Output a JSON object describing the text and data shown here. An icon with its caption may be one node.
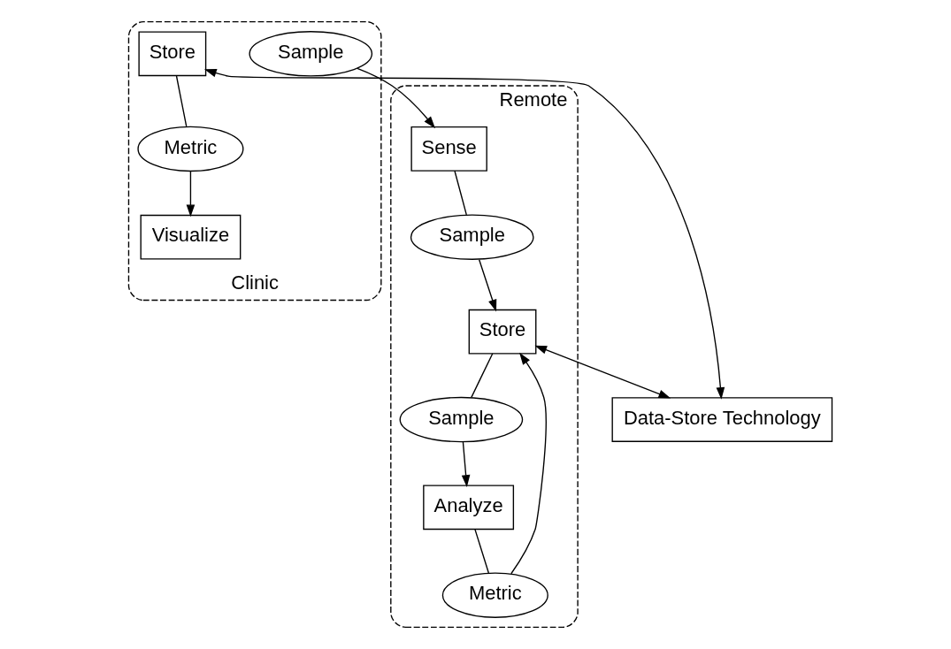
{
  "diagram": {
    "nodes": [
      {
        "text": [
          "Remote"
        ]
      },
      {
        "text": [
          "Store"
        ],
        "in": 0
      },
      {
        "text": [
          "Data-Store Technology"
        ]
      },
      {
        "text": [
          "Sample"
        ],
        "in": 0
      },
      {
        "text": [
          "Sample"
        ],
        "in": 0
      },
      {
        "text": [
          "Metric"
        ],
        "in": 0
      },
      {
        "text": [
          "Sense"
        ],
        "in": 0
      },
      {
        "text": [
          "Analyze"
        ],
        "in": 0
      },
      {
        "text": [
          "Clinic"
        ]
      },
      {
        "text": [
          "Sample"
        ],
        "in": 8
      },
      {
        "text": [
          "Store"
        ],
        "in": 8
      },
      {
        "text": [
          "Metric"
        ],
        "in": 8
      },
      {
        "text": [
          "Visualize"
        ],
        "in": 8
      }
    ],
    "edges": [
      {
        "from": 6,
        "to": 3,
        "arrow": "none"
      },
      {
        "from": 3,
        "to": 1,
        "arrow": "to"
      },
      {
        "from": 1,
        "to": 4,
        "arrow": "none"
      },
      {
        "from": 4,
        "to": 7,
        "arrow": "to"
      },
      {
        "from": 7,
        "to": 5,
        "arrow": "none"
      },
      {
        "from": 5,
        "to": 1,
        "arrow": "to"
      },
      {
        "from": 1,
        "to": 2,
        "arrow": "both"
      },
      {
        "from": 2,
        "to": 10,
        "arrow": "both"
      },
      {
        "from": 10,
        "to": 11,
        "arrow": "none"
      },
      {
        "from": 11,
        "to": 12,
        "arrow": "to"
      },
      {
        "from": 9,
        "to": 6,
        "arrow": "to"
      }
    ]
  }
}
